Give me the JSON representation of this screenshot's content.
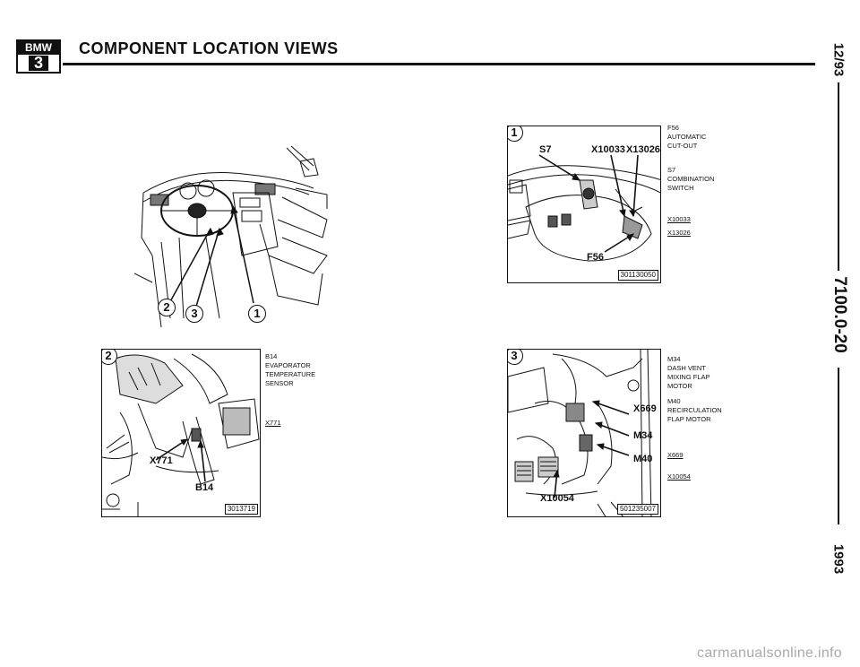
{
  "header": {
    "logo_top": "BMW",
    "logo_bottom": "3",
    "title": "COMPONENT LOCATION VIEWS"
  },
  "margin": {
    "date": "12/93",
    "code": "7100.0-20",
    "year": "1993"
  },
  "overview": {
    "callouts": [
      "2",
      "3",
      "1"
    ]
  },
  "panel1": {
    "number": "1",
    "labels": {
      "s7": "S7",
      "x10033": "X10033",
      "x13026": "X13026",
      "f56": "F56"
    },
    "part_number": "301130050",
    "legend": [
      {
        "line1": "F56",
        "line2": "AUTOMATIC",
        "line3": "CUT-OUT"
      },
      {
        "line1": "S7",
        "line2": "COMBINATION",
        "line3": "SWITCH"
      }
    ],
    "legend_underlined": [
      "X10033",
      "X13026"
    ]
  },
  "panel2": {
    "number": "2",
    "labels": {
      "x771": "X771",
      "b14": "B14"
    },
    "part_number": "3013719",
    "legend": {
      "line1": "B14",
      "line2": "EVAPORATOR",
      "line3": "TEMPERATURE",
      "line4": "SENSOR"
    },
    "legend_underlined": [
      "X771"
    ]
  },
  "panel3": {
    "number": "3",
    "labels": {
      "x669": "X669",
      "m34": "M34",
      "m40": "M40",
      "x10054": "X10054"
    },
    "part_number": "501235007",
    "legend": [
      {
        "line1": "M34",
        "line2": "DASH VENT",
        "line3": "MIXING FLAP",
        "line4": "MOTOR"
      },
      {
        "line1": "M40",
        "line2": "RECIRCULATION",
        "line3": "FLAP MOTOR"
      }
    ],
    "legend_underlined": [
      "X669",
      "X10054"
    ]
  },
  "footer": {
    "watermark": "carmanualsonline.info"
  }
}
